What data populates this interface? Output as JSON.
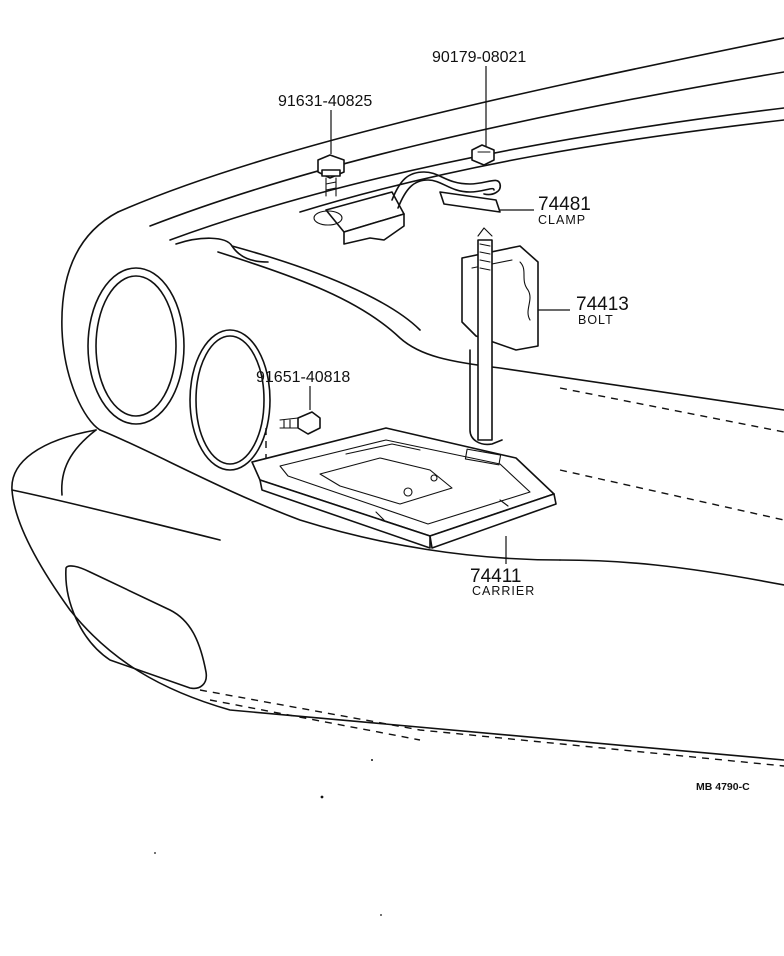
{
  "callouts": [
    {
      "part_no": "90179-08021"
    },
    {
      "part_no": "91631-40825"
    },
    {
      "part_no": "74481",
      "name": "CLAMP"
    },
    {
      "part_no": "74413",
      "name": "BOLT"
    },
    {
      "part_no": "91651-40818"
    },
    {
      "part_no": "74411",
      "name": "CARRIER"
    }
  ],
  "drawing_code": "MB 4790-C"
}
